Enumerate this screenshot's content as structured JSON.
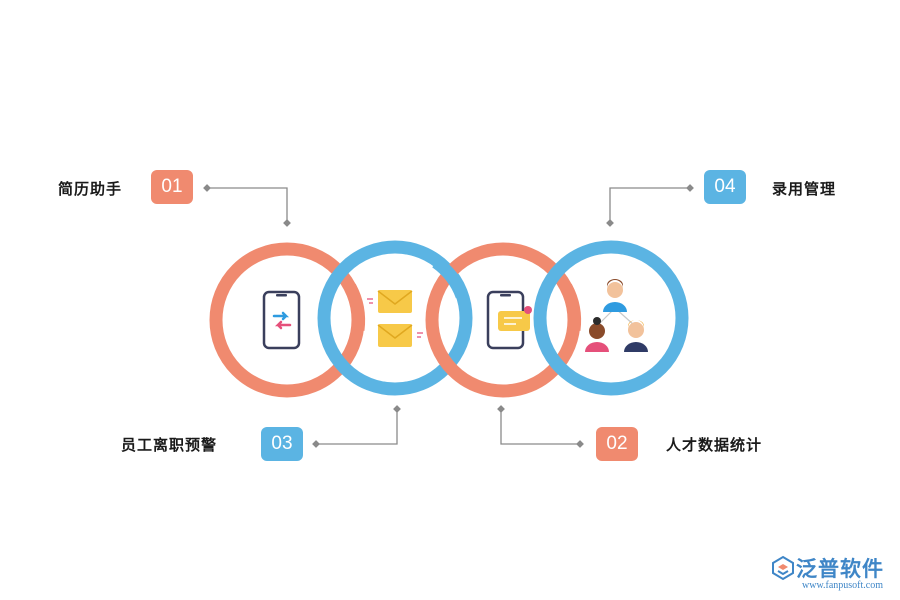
{
  "items": [
    {
      "number": "01",
      "label": "简历助手"
    },
    {
      "number": "02",
      "label": "人才数据统计"
    },
    {
      "number": "03",
      "label": "员工离职预警"
    },
    {
      "number": "04",
      "label": "录用管理"
    }
  ],
  "logo": {
    "name": "泛普软件",
    "url": "www.fanpusoft.com"
  },
  "colors": {
    "coral": "#f08a6f",
    "blue": "#5bb4e3",
    "connector": "#8a8a8a"
  },
  "icons": [
    "phone-transfer-icon",
    "envelopes-icon",
    "phone-message-icon",
    "team-people-icon"
  ]
}
